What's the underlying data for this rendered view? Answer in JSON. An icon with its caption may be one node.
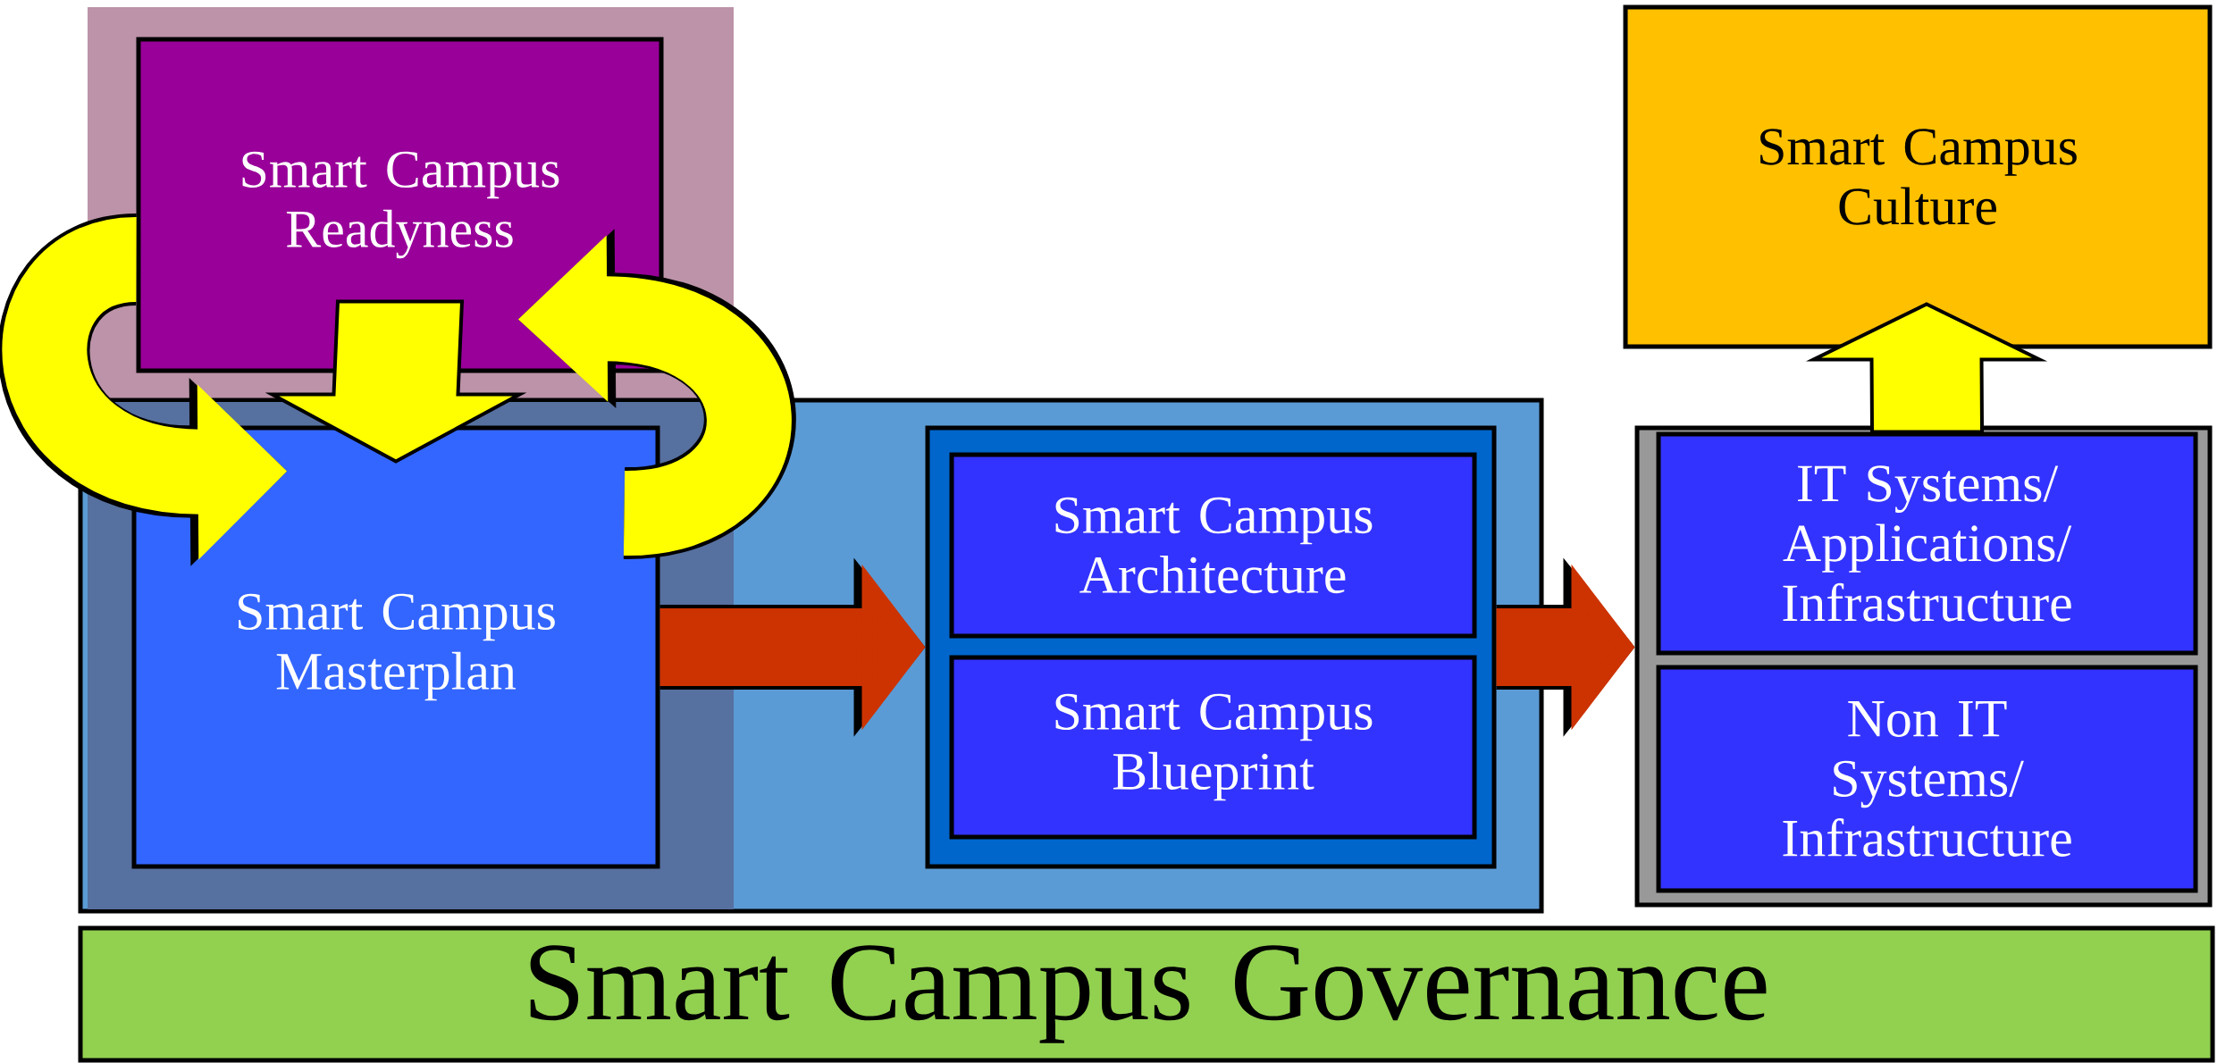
{
  "diagram": {
    "nodes": [
      {
        "text": [
          "Smart Campus Readyness"
        ]
      },
      {
        "text": [],
        "shape": "box"
      },
      {
        "text": [
          "Smart Campus Masterplan"
        ],
        "in": 1
      },
      {
        "text": [],
        "shape": "box",
        "in": 1
      },
      {
        "text": [
          "Smart Campus Architecture"
        ],
        "in": 3
      },
      {
        "text": [
          "Smart Campus Blueprint"
        ],
        "in": 3
      },
      {
        "text": [],
        "shape": "box"
      },
      {
        "text": [
          "IT Systems/ Applications/ Infrastructure"
        ],
        "in": 6
      },
      {
        "text": [
          "Non IT Systems/ Infrastructure"
        ],
        "in": 6
      },
      {
        "text": [
          "Smart Campus Culture"
        ]
      },
      {
        "text": [
          "Smart Campus Governance"
        ]
      }
    ],
    "edges": [
      {
        "from": 0,
        "to": 2,
        "arrow": "to",
        "color": "#ffff00"
      },
      {
        "from": 0,
        "to": 2,
        "arrow": "to",
        "color": "#ffff00"
      },
      {
        "from": 2,
        "to": 0,
        "arrow": "to",
        "color": "#ffff00"
      },
      {
        "from": 2,
        "to": 3,
        "arrow": "to",
        "color": "#cc3300"
      },
      {
        "from": 3,
        "to": 6,
        "arrow": "to",
        "color": "#cc3300"
      },
      {
        "from": 7,
        "to": 9,
        "arrow": "to",
        "color": "#ffff00"
      }
    ]
  }
}
